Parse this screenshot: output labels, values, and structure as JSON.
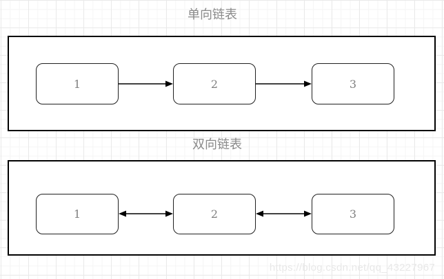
{
  "diagram": {
    "sections": [
      {
        "title": "单向链表",
        "link_type": "single-direction",
        "nodes": [
          "1",
          "2",
          "3"
        ]
      },
      {
        "title": "双向链表",
        "link_type": "bi-direction",
        "nodes": [
          "1",
          "2",
          "3"
        ]
      }
    ]
  },
  "watermark": {
    "text": "https://blog.csdn.net/qq_43227967"
  },
  "colors": {
    "background": "#ffffff",
    "grid_minor": "#f5f5f5",
    "grid_major": "#e9e9e9",
    "frame_border": "#000000",
    "node_border": "#1f1f1f",
    "node_text": "#808080",
    "title_text": "#8a8a8a",
    "arrow": "#000000",
    "watermark_text": "#e8e8e8"
  }
}
